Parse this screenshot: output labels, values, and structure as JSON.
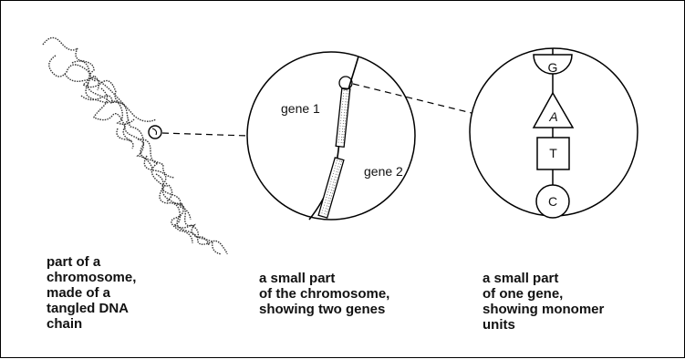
{
  "panels": {
    "chromosome": {
      "caption": [
        "part of a",
        "chromosome,",
        "made of a",
        "tangled DNA",
        "chain"
      ]
    },
    "chromosome_part": {
      "caption": [
        "a small part",
        "of the chromosome,",
        "showing two genes"
      ],
      "gene_labels": [
        "gene 1",
        "gene 2"
      ]
    },
    "gene_part": {
      "caption": [
        "a small part",
        "of one gene,",
        "showing monomer",
        "units"
      ],
      "monomers": [
        "G",
        "A",
        "T",
        "C"
      ]
    }
  }
}
